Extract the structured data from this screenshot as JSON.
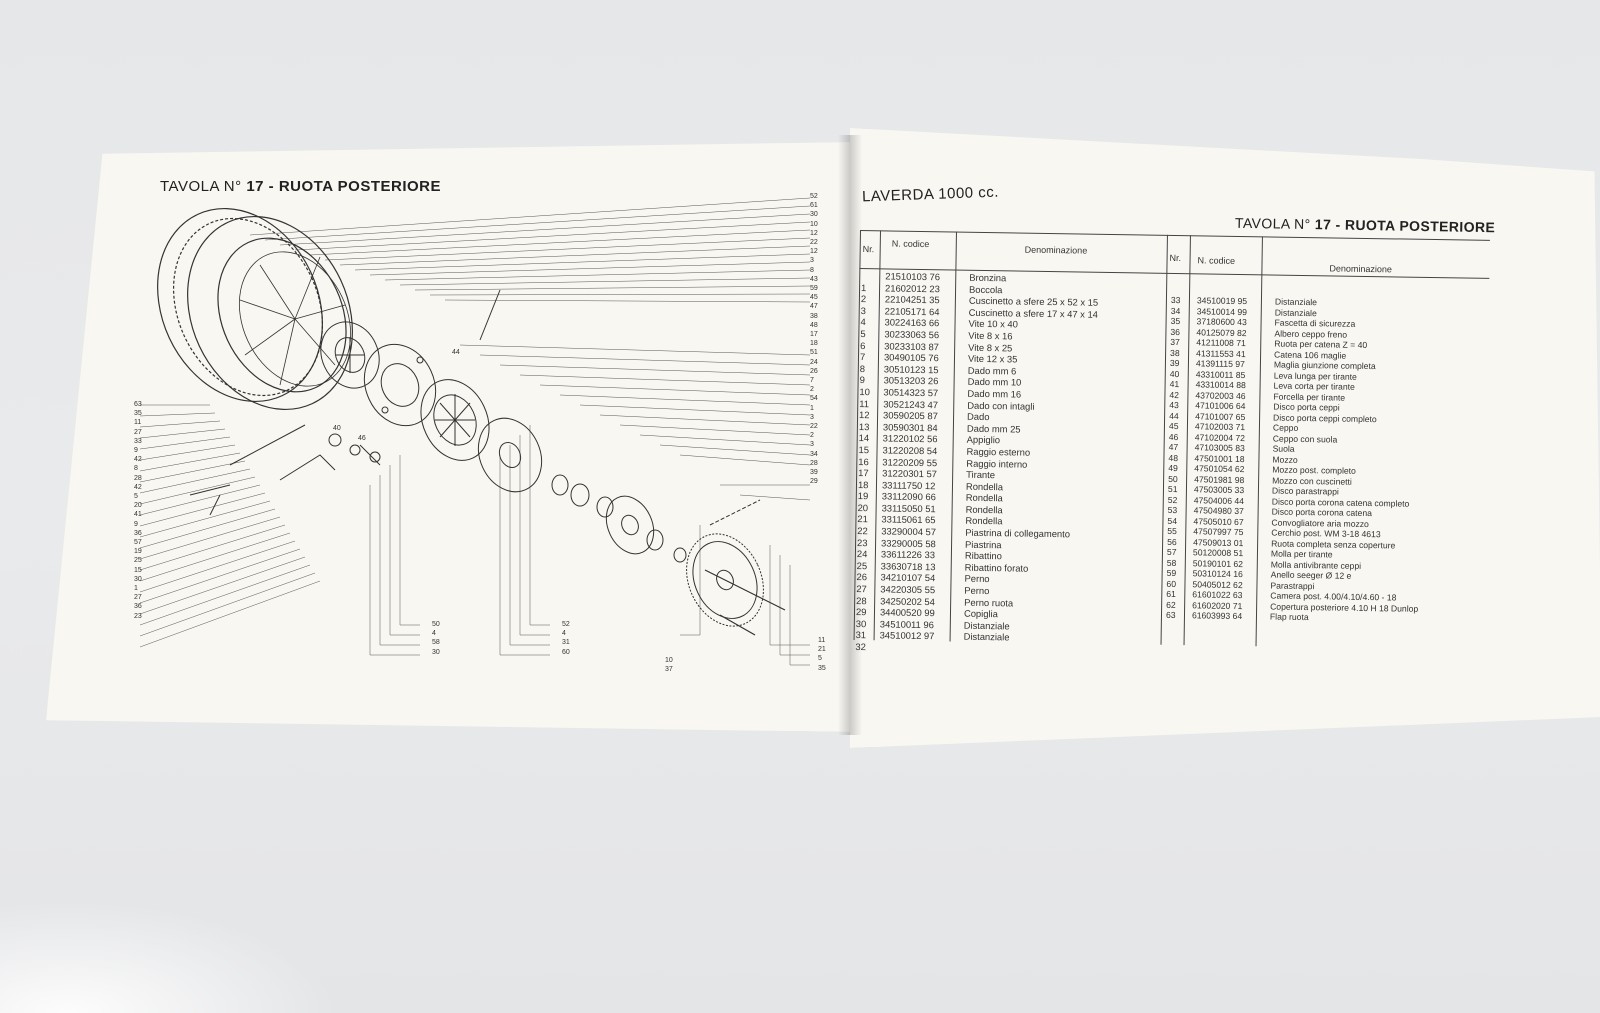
{
  "left_page": {
    "title_prefix": "TAVOLA N°",
    "title_number": "17",
    "title_name": "- RUOTA POSTERIORE",
    "callouts_left": [
      "63",
      "35",
      "11",
      "27",
      "33",
      "9",
      "42",
      "8",
      "28",
      "42",
      "5",
      "20",
      "41",
      "9",
      "36",
      "57",
      "19",
      "25",
      "15",
      "30",
      "1",
      "27",
      "36",
      "23"
    ],
    "callouts_right": [
      "52",
      "61",
      "30",
      "10",
      "12",
      "22",
      "12",
      "3",
      "8",
      "43",
      "59",
      "45",
      "47",
      "38",
      "48",
      "17",
      "18",
      "51",
      "24",
      "26",
      "7",
      "2",
      "54",
      "1",
      "3",
      "22",
      "2",
      "3",
      "34",
      "28",
      "39",
      "29"
    ],
    "callouts_bottom": [
      "50",
      "4",
      "58",
      "30",
      "52",
      "4",
      "31",
      "60",
      "10",
      "37",
      "11",
      "21",
      "5",
      "35",
      "46",
      "40",
      "44"
    ]
  },
  "right_page": {
    "brand": "LAVERDA 1000 cc.",
    "title_prefix": "TAVOLA N°",
    "title_number": "17",
    "title_name": "- RUOTA POSTERIORE",
    "headers": {
      "nr": "Nr.",
      "code": "N. codice",
      "name": "Denominazione"
    },
    "rows_left": [
      {
        "nr": "",
        "code": "21510103 76",
        "name": "Bronzina"
      },
      {
        "nr": "1",
        "code": "21602012 23",
        "name": "Boccola"
      },
      {
        "nr": "2",
        "code": "22104251 35",
        "name": "Cuscinetto a sfere 25 x 52 x 15"
      },
      {
        "nr": "3",
        "code": "22105171 64",
        "name": "Cuscinetto a sfere 17 x 47 x 14"
      },
      {
        "nr": "4",
        "code": "30224163 66",
        "name": "Vite 10 x 40"
      },
      {
        "nr": "5",
        "code": "30233063 56",
        "name": "Vite 8 x 16"
      },
      {
        "nr": "6",
        "code": "30233103 87",
        "name": "Vite 8 x 25"
      },
      {
        "nr": "7",
        "code": "30490105 76",
        "name": "Vite 12 x 35"
      },
      {
        "nr": "8",
        "code": "30510123 15",
        "name": "Dado mm 6"
      },
      {
        "nr": "9",
        "code": "30513203 26",
        "name": "Dado mm 10"
      },
      {
        "nr": "10",
        "code": "30514323 57",
        "name": "Dado mm 16"
      },
      {
        "nr": "11",
        "code": "30521243 47",
        "name": "Dado con intagli"
      },
      {
        "nr": "12",
        "code": "30590205 87",
        "name": "Dado"
      },
      {
        "nr": "13",
        "code": "30590301 84",
        "name": "Dado mm 25"
      },
      {
        "nr": "14",
        "code": "31220102 56",
        "name": "Appiglio"
      },
      {
        "nr": "15",
        "code": "31220208 54",
        "name": "Raggio esterno"
      },
      {
        "nr": "16",
        "code": "31220209 55",
        "name": "Raggio interno"
      },
      {
        "nr": "17",
        "code": "31220301 57",
        "name": "Tirante"
      },
      {
        "nr": "18",
        "code": "33111750 12",
        "name": "Rondella"
      },
      {
        "nr": "19",
        "code": "33112090 66",
        "name": "Rondella"
      },
      {
        "nr": "20",
        "code": "33115050 51",
        "name": "Rondella"
      },
      {
        "nr": "21",
        "code": "33115061 65",
        "name": "Rondella"
      },
      {
        "nr": "22",
        "code": "33290004 57",
        "name": "Piastrina di collegamento"
      },
      {
        "nr": "23",
        "code": "33290005 58",
        "name": "Piastrina"
      },
      {
        "nr": "24",
        "code": "33611226 33",
        "name": "Ribattino"
      },
      {
        "nr": "25",
        "code": "33630718 13",
        "name": "Ribattino forato"
      },
      {
        "nr": "26",
        "code": "34210107 54",
        "name": "Perno"
      },
      {
        "nr": "27",
        "code": "34220305 55",
        "name": "Perno"
      },
      {
        "nr": "28",
        "code": "34250202 54",
        "name": "Perno ruota"
      },
      {
        "nr": "29",
        "code": "34400520 99",
        "name": "Copiglia"
      },
      {
        "nr": "30",
        "code": "34510011 96",
        "name": "Distanziale"
      },
      {
        "nr": "31",
        "code": "34510012 97",
        "name": "Distanziale"
      },
      {
        "nr": "32",
        "code": "",
        "name": ""
      }
    ],
    "rows_right": [
      {
        "nr": "33",
        "code": "34510019 95",
        "name": "Distanziale"
      },
      {
        "nr": "34",
        "code": "34510014 99",
        "name": "Distanziale"
      },
      {
        "nr": "35",
        "code": "37180600 43",
        "name": "Fascetta di sicurezza"
      },
      {
        "nr": "36",
        "code": "40125079 82",
        "name": "Albero ceppo freno"
      },
      {
        "nr": "37",
        "code": "41211008 71",
        "name": "Ruota per catena Z = 40"
      },
      {
        "nr": "38",
        "code": "41311553 41",
        "name": "Catena 106 maglie"
      },
      {
        "nr": "39",
        "code": "41391115 97",
        "name": "Maglia giunzione completa"
      },
      {
        "nr": "40",
        "code": "43310011 85",
        "name": "Leva lunga per tirante"
      },
      {
        "nr": "41",
        "code": "43310014 88",
        "name": "Leva corta per tirante"
      },
      {
        "nr": "42",
        "code": "43702003 46",
        "name": "Forcella per tirante"
      },
      {
        "nr": "43",
        "code": "47101006 64",
        "name": "Disco porta ceppi"
      },
      {
        "nr": "44",
        "code": "47101007 65",
        "name": "Disco porta ceppi completo"
      },
      {
        "nr": "45",
        "code": "47102003 71",
        "name": "Ceppo"
      },
      {
        "nr": "46",
        "code": "47102004 72",
        "name": "Ceppo con suola"
      },
      {
        "nr": "47",
        "code": "47103005 83",
        "name": "Suola"
      },
      {
        "nr": "48",
        "code": "47501001 18",
        "name": "Mozzo"
      },
      {
        "nr": "49",
        "code": "47501054 62",
        "name": "Mozzo post. completo"
      },
      {
        "nr": "50",
        "code": "47501981 98",
        "name": "Mozzo con cuscinetti"
      },
      {
        "nr": "51",
        "code": "47503005 33",
        "name": "Disco parastrappi"
      },
      {
        "nr": "52",
        "code": "47504006 44",
        "name": "Disco porta corona catena completo"
      },
      {
        "nr": "53",
        "code": "47504980 37",
        "name": "Disco porta corona catena"
      },
      {
        "nr": "54",
        "code": "47505010 67",
        "name": "Convogliatore aria mozzo"
      },
      {
        "nr": "55",
        "code": "47507997 75",
        "name": "Cerchio post. WM 3-18 4613"
      },
      {
        "nr": "56",
        "code": "47509013 01",
        "name": "Ruota completa senza coperture"
      },
      {
        "nr": "57",
        "code": "50120008 51",
        "name": "Molla per tirante"
      },
      {
        "nr": "58",
        "code": "50190101 62",
        "name": "Molla antivibrante ceppi"
      },
      {
        "nr": "59",
        "code": "50310124 16",
        "name": "Anello seeger Ø 12 e"
      },
      {
        "nr": "60",
        "code": "50405012 62",
        "name": "Parastrappi"
      },
      {
        "nr": "61",
        "code": "61601022 63",
        "name": "Camera post. 4.00/4.10/4.60 - 18"
      },
      {
        "nr": "62",
        "code": "61602020 71",
        "name": "Copertura posteriore 4.10 H 18 Dunlop"
      },
      {
        "nr": "63",
        "code": "61603993 64",
        "name": "Flap ruota"
      }
    ]
  },
  "colors": {
    "background": "#e7e8ea",
    "paper": "#f8f7f2",
    "ink": "#2a2a2a"
  }
}
